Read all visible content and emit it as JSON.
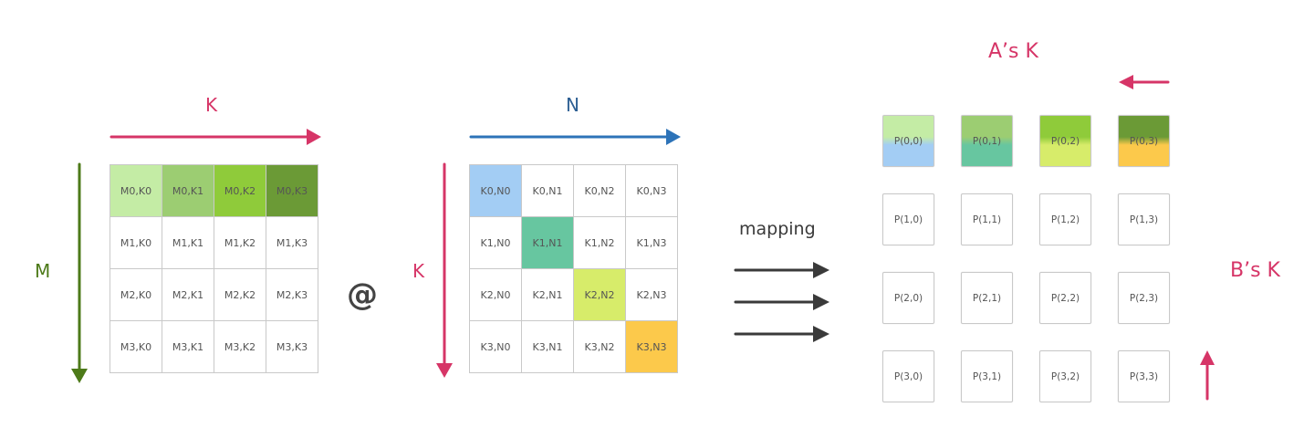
{
  "colors": {
    "pink": "#d63567",
    "blue": "#2d73b8",
    "green": "#4d7a19",
    "dark": "#3a3a3a",
    "a_row0": [
      "#c4eca5",
      "#9ccd72",
      "#8fcb3a",
      "#6b9a36"
    ],
    "b_diag": [
      "#a3cdf4",
      "#67c6a0",
      "#d7ec6a",
      "#fcc94b"
    ],
    "p_row0": [
      [
        "#c4eca5",
        "#a3cdf4"
      ],
      [
        "#9ccd72",
        "#67c6a0"
      ],
      [
        "#8fcb3a",
        "#d7ec6a"
      ],
      [
        "#6b9a36",
        "#fcc94b"
      ]
    ]
  },
  "left_matrix": {
    "col_label": "K",
    "row_label": "M",
    "cells": [
      [
        "M0,K0",
        "M0,K1",
        "M0,K2",
        "M0,K3"
      ],
      [
        "M1,K0",
        "M1,K1",
        "M1,K2",
        "M1,K3"
      ],
      [
        "M2,K0",
        "M2,K1",
        "M2,K2",
        "M2,K3"
      ],
      [
        "M3,K0",
        "M3,K1",
        "M3,K2",
        "M3,K3"
      ]
    ]
  },
  "operator": "@",
  "right_matrix": {
    "col_label": "N",
    "row_label": "K",
    "cells": [
      [
        "K0,N0",
        "K0,N1",
        "K0,N2",
        "K0,N3"
      ],
      [
        "K1,N0",
        "K1,N1",
        "K1,N2",
        "K1,N3"
      ],
      [
        "K2,N0",
        "K2,N1",
        "K2,N2",
        "K2,N3"
      ],
      [
        "K3,N0",
        "K3,N1",
        "K3,N2",
        "K3,N3"
      ]
    ]
  },
  "mapping_label": "mapping",
  "program_grid": {
    "top_label": "A’s K",
    "side_label": "B’s K",
    "cells": [
      [
        "P(0,0)",
        "P(0,1)",
        "P(0,2)",
        "P(0,3)"
      ],
      [
        "P(1,0)",
        "P(1,1)",
        "P(1,2)",
        "P(1,3)"
      ],
      [
        "P(2,0)",
        "P(2,1)",
        "P(2,2)",
        "P(2,3)"
      ],
      [
        "P(3,0)",
        "P(3,1)",
        "P(3,2)",
        "P(3,3)"
      ]
    ]
  }
}
